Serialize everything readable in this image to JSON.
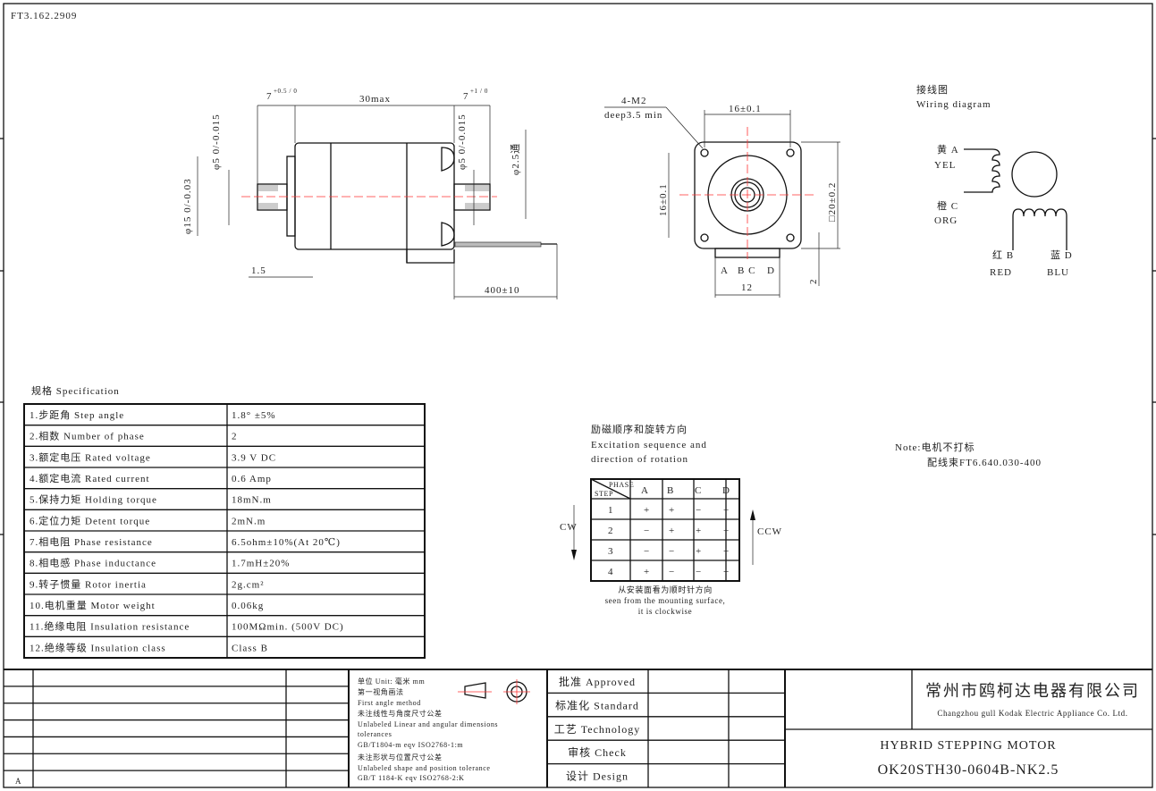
{
  "drawing_number": "FT3.162.2909",
  "side_view": {
    "dim_left_shaft": "7",
    "dim_left_shaft_tol": "+0.5 / 0",
    "dim_body": "30max",
    "dim_right_shaft": "7",
    "dim_right_shaft_tol": "+1 / 0",
    "dim_shaft_dia_left": "φ5 0/-0.015",
    "dim_shaft_dia_right": "φ5 0/-0.015",
    "dim_boss": "φ15 0/-0.03",
    "dim_hole": "φ2.5通",
    "dim_flange": "1.5",
    "dim_lead": "400±10"
  },
  "front_view": {
    "hole_note_1": "4-M2",
    "hole_note_2": "deep3.5 min",
    "dim_top": "16±0.1",
    "dim_left": "16±0.1",
    "dim_square": "□20±0.2",
    "dim_connector": "12",
    "dim_offset": "2",
    "pins": [
      "A",
      "B C",
      "D"
    ]
  },
  "wiring": {
    "title_cn": "接线图",
    "title_en": "Wiring diagram",
    "wires": [
      {
        "cn": "黄",
        "pin": "A",
        "en": "YEL"
      },
      {
        "cn": "橙",
        "pin": "C",
        "en": "ORG"
      },
      {
        "cn": "红",
        "pin": "B",
        "en": "RED"
      },
      {
        "cn": "蓝",
        "pin": "D",
        "en": "BLU"
      }
    ]
  },
  "spec": {
    "title": "规格 Specification",
    "rows": [
      [
        "1.步距角 Step angle",
        "1.8°  ±5%"
      ],
      [
        "2.相数 Number of phase",
        "2"
      ],
      [
        "3.额定电压 Rated voltage",
        "3.9 V DC"
      ],
      [
        "4.额定电流 Rated current",
        "0.6 Amp"
      ],
      [
        "5.保持力矩 Holding torque",
        "18mN.m"
      ],
      [
        "6.定位力矩 Detent torque",
        "2mN.m"
      ],
      [
        "7.相电阻 Phase resistance",
        "6.5ohm±10%(At 20℃)"
      ],
      [
        "8.相电感 Phase inductance",
        "1.7mH±20%"
      ],
      [
        "9.转子惯量 Rotor inertia",
        "2g.cm²"
      ],
      [
        "10.电机重量 Motor weight",
        "0.06kg"
      ],
      [
        "11.绝缘电阻 Insulation resistance",
        "100MΩmin. (500V DC)"
      ],
      [
        "12.绝缘等级 Insulation class",
        "Class B"
      ]
    ]
  },
  "excitation": {
    "title_cn": "励磁顺序和旋转方向",
    "title_en_1": "Excitation sequence and",
    "title_en_2": "direction of rotation",
    "header_phase": "PHASE",
    "header_step": "STEP",
    "phases": [
      "A",
      "B",
      "C",
      "D"
    ],
    "steps": [
      {
        "step": "1",
        "values": [
          "+",
          "+",
          "−",
          "−"
        ]
      },
      {
        "step": "2",
        "values": [
          "−",
          "+",
          "+",
          "−"
        ]
      },
      {
        "step": "3",
        "values": [
          "−",
          "−",
          "+",
          "+"
        ]
      },
      {
        "step": "4",
        "values": [
          "+",
          "−",
          "−",
          "+"
        ]
      }
    ],
    "cw": "CW",
    "ccw": "CCW",
    "note_cn": "从安装面看为顺时针方向",
    "note_en_1": "seen from the mounting surface,",
    "note_en_2": "it is clockwise"
  },
  "note": {
    "line1": "Note:电机不打标",
    "line2": "配线束FT6.640.030-400"
  },
  "title_block": {
    "revision_mark": "A",
    "notes": [
      "单位 Unit: 毫米 mm",
      "第一视角画法",
      "First angle method",
      "未注线性与角度尺寸公差",
      "Unlabeled Linear and angular dimensions",
      "tolerances",
      "GB/T1804-m  eqv ISO2768-1:m",
      "未注形状与位置尺寸公差",
      "Unlabeled shape and position tolerance",
      "GB/T 1184-K  eqv ISO2768-2:K"
    ],
    "signatures": [
      "批准 Approved",
      "标准化 Standard",
      "工艺 Technology",
      "审核 Check",
      "设计 Design"
    ],
    "company_cn": "常州市鸥柯达电器有限公司",
    "company_en": "Changzhou gull Kodak Electric Appliance Co. Ltd.",
    "product_name": "HYBRID STEPPING MOTOR",
    "part_number": "OK20STH30-0604B-NK2.5"
  }
}
